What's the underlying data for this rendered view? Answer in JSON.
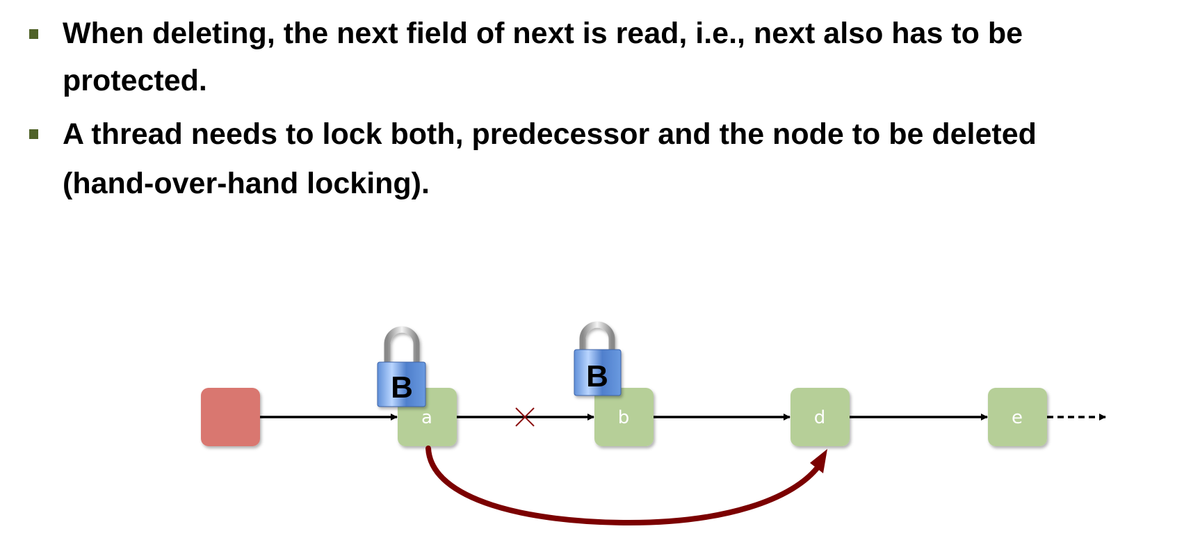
{
  "bullets": [
    {
      "lines": [
        "When deleting, the next field of next is read, i.e., next also has to be",
        "protected."
      ]
    },
    {
      "lines": [
        "A thread needs to lock both, predecessor and the node to be deleted",
        "(hand-over-hand locking)."
      ]
    }
  ],
  "diagram": {
    "nodes": [
      {
        "label": "",
        "role": "head"
      },
      {
        "label": "a"
      },
      {
        "label": "b"
      },
      {
        "label": "d"
      },
      {
        "label": "e"
      }
    ],
    "locks": [
      {
        "label": "B",
        "on": "a"
      },
      {
        "label": "B",
        "on": "b"
      }
    ],
    "colors": {
      "head": "#d9776f",
      "node": "#b6cf98",
      "redirect": "#7b0000",
      "bullet": "#4f6228",
      "lock": "#6a9ae0"
    }
  }
}
